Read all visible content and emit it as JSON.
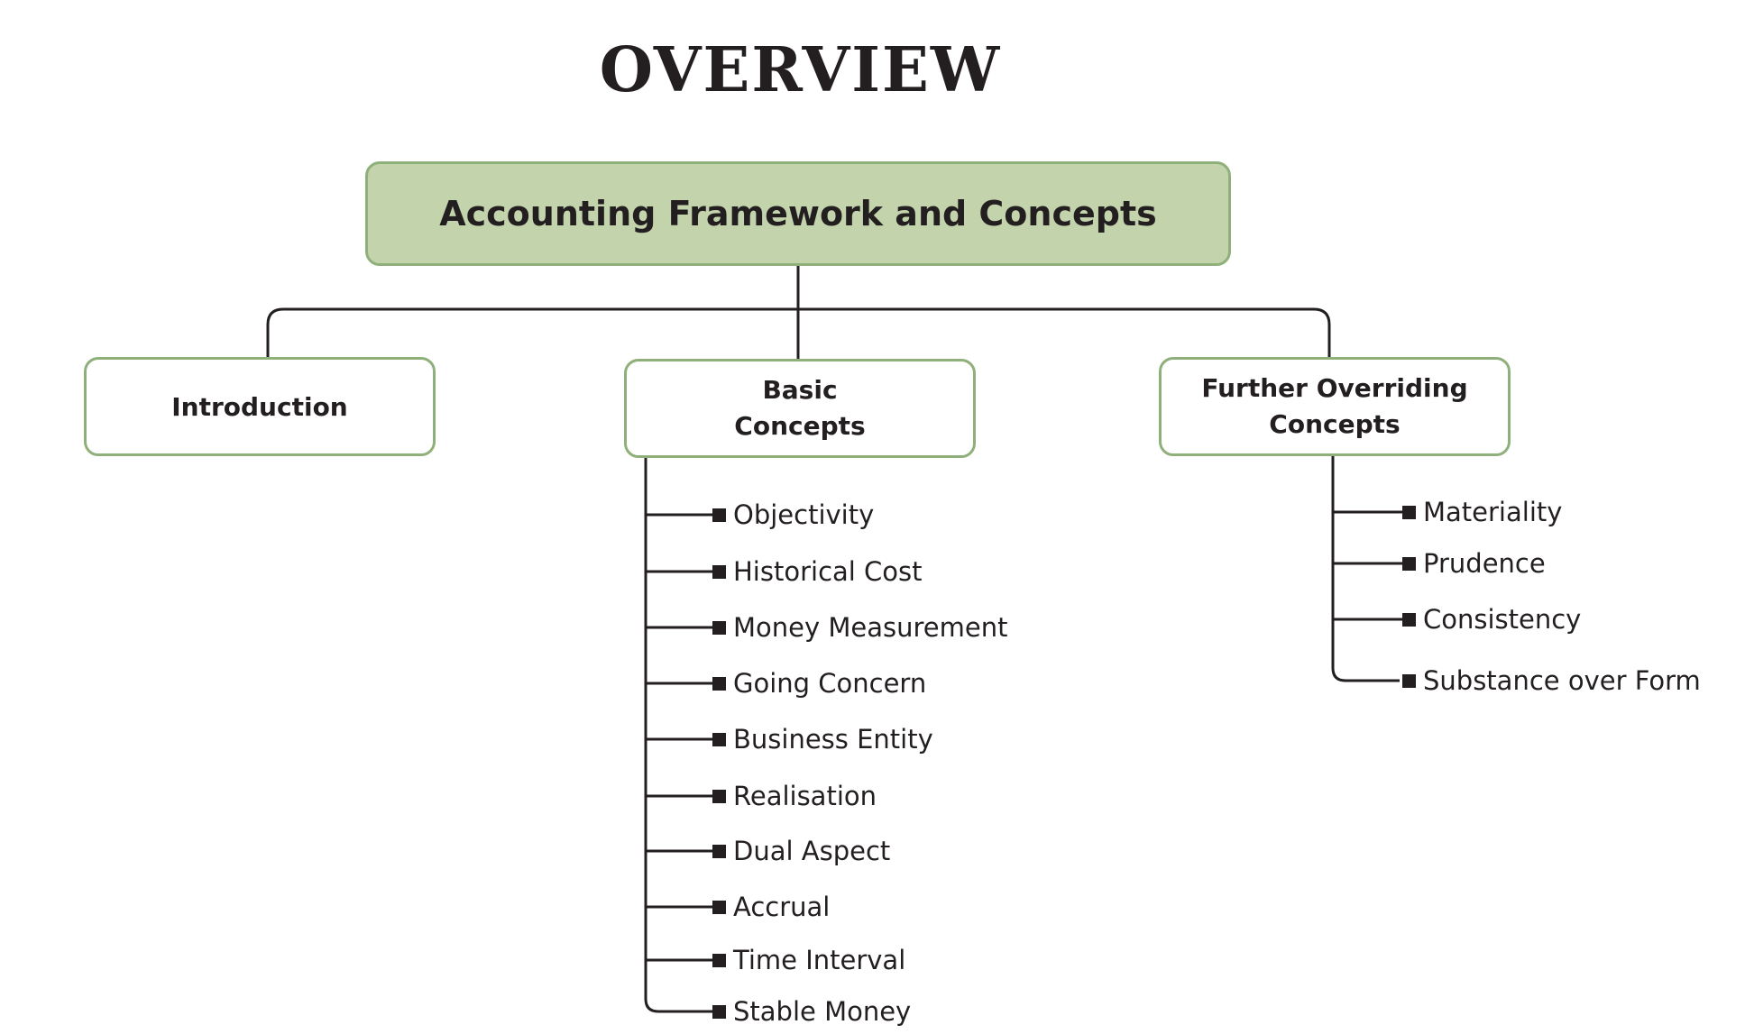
{
  "title": "OVERVIEW",
  "root": {
    "label": "Accounting Framework and Concepts",
    "fill_color": "#c3d3ac",
    "border_color": "#8fb07a"
  },
  "branches": [
    {
      "id": "introduction",
      "label": "Introduction",
      "items": []
    },
    {
      "id": "basic-concepts",
      "label_lines": [
        "Basic",
        "Concepts"
      ],
      "items": [
        "Objectivity",
        "Historical Cost",
        "Money Measurement",
        "Going Concern",
        "Business Entity",
        "Realisation",
        "Dual Aspect",
        "Accrual",
        "Time Interval",
        "Stable Money"
      ]
    },
    {
      "id": "further-overriding-concepts",
      "label_lines": [
        "Further Overriding",
        "Concepts"
      ],
      "items": [
        "Materiality",
        "Prudence",
        "Consistency",
        "Substance over Form"
      ]
    }
  ],
  "colors": {
    "box_border": "#8fb07a",
    "line": "#231f20",
    "text": "#231f20"
  }
}
